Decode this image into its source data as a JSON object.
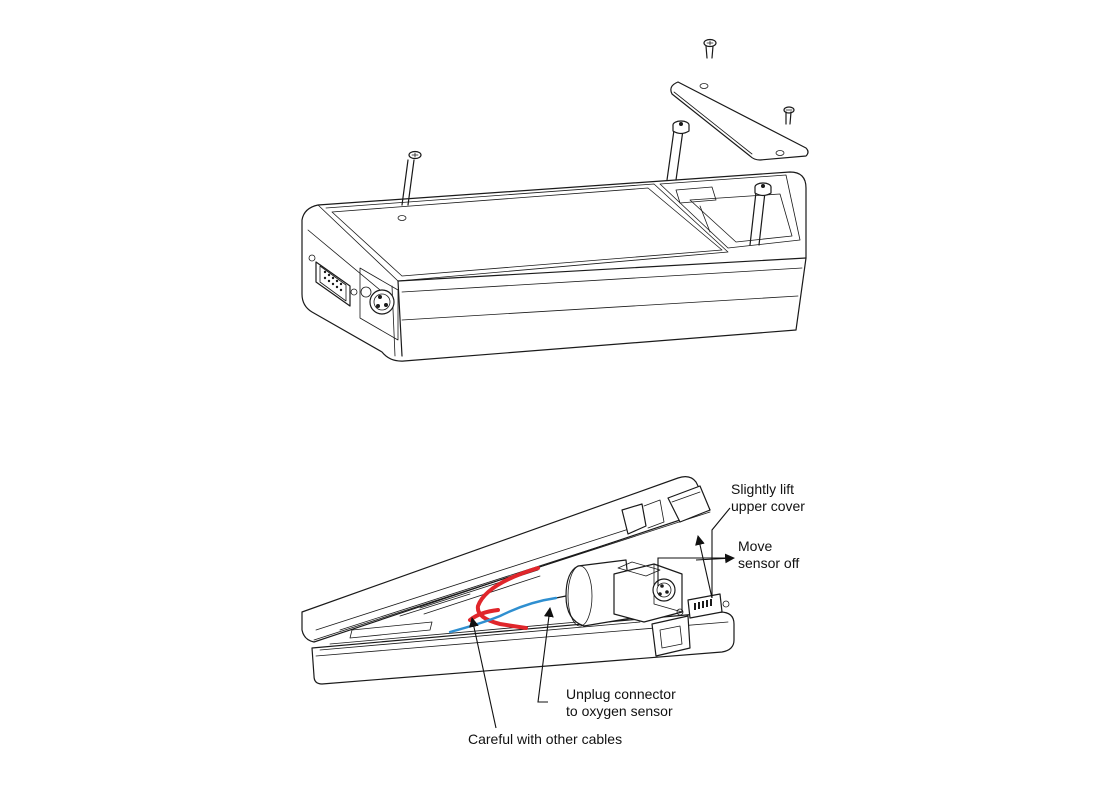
{
  "annotations": {
    "lift_cover": "Slightly lift\nupper cover",
    "move_sensor": "Move\nsensor off",
    "unplug_connector": "Unplug connector\nto oxygen sensor",
    "careful_cables": "Careful with other cables"
  },
  "colors": {
    "red_cable": "#e0262b",
    "blue_cable": "#2f8fd0",
    "line": "#1a1a1a"
  }
}
